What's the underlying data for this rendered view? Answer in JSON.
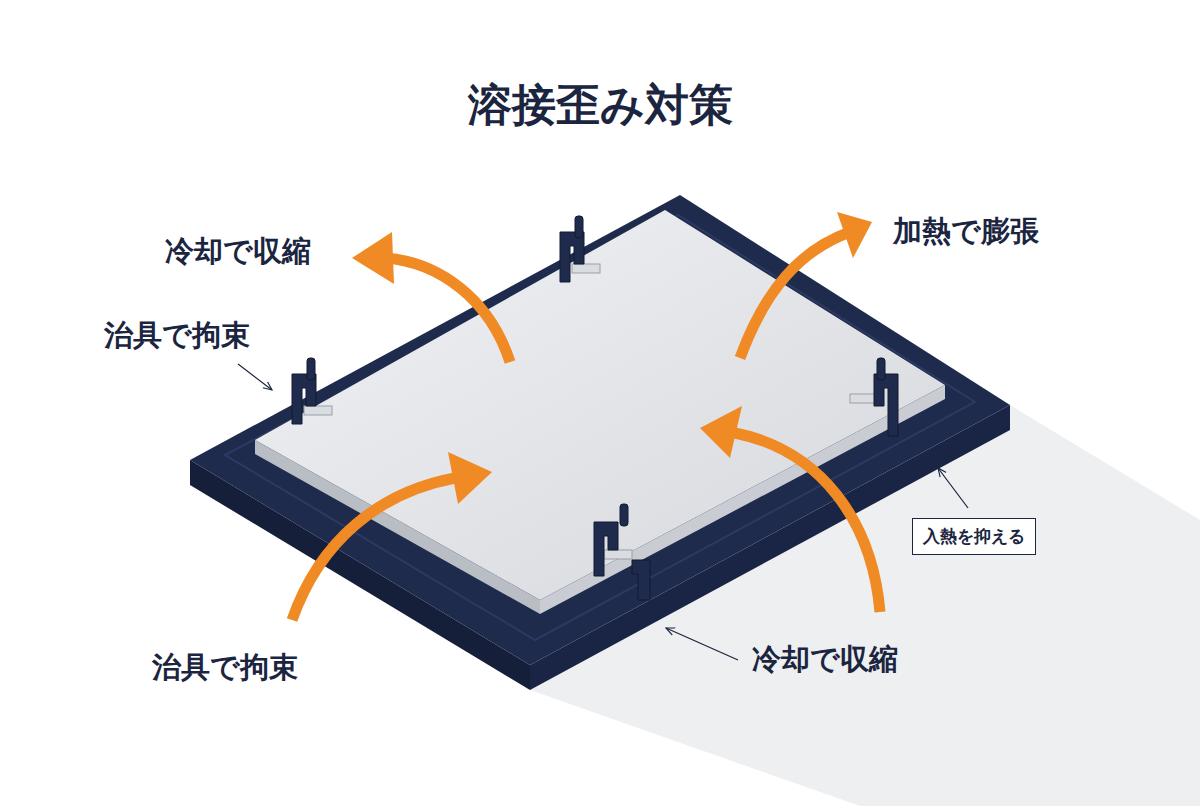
{
  "diagram": {
    "title": "溶接歪み対策",
    "nodes": [
      {
        "text": [
          "入熱を抑える"
        ]
      }
    ],
    "labels": [
      "冷却で収縮",
      "加熱で膨張",
      "治具で拘束",
      "治具で拘束",
      "冷却で収縮"
    ]
  }
}
